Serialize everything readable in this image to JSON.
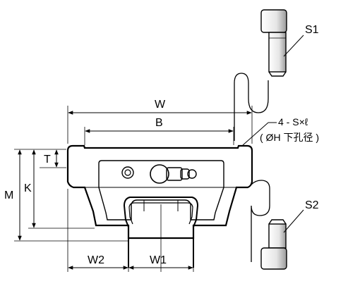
{
  "dimensions": {
    "W": "W",
    "B": "B",
    "T": "T",
    "K": "K",
    "M": "M",
    "W1": "W1",
    "W2": "W2"
  },
  "callouts": {
    "bolt_top": "S1",
    "bolt_bottom": "S2",
    "holes_line1": "4 - S×ℓ",
    "holes_line2": "( ØH 下孔径 )"
  }
}
